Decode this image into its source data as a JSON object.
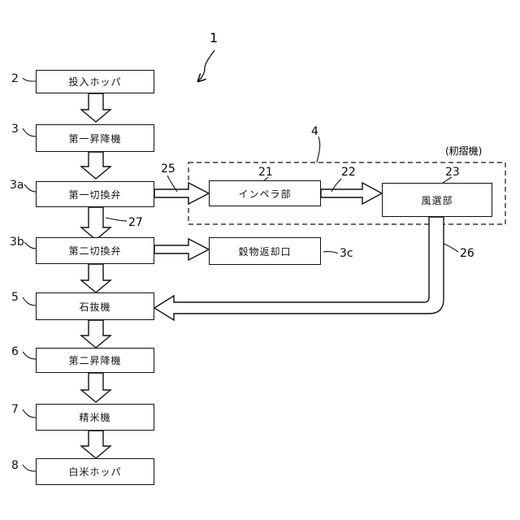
{
  "figure_number": "1",
  "boxes": {
    "hopper_in": {
      "label": "投入ホッパ",
      "ref": "2"
    },
    "elevator1": {
      "label": "第一昇降機",
      "ref": "3"
    },
    "valve1": {
      "label": "第一切換弁",
      "ref": "3a"
    },
    "valve2": {
      "label": "第二切換弁",
      "ref": "3b"
    },
    "stone_remover": {
      "label": "石抜機",
      "ref": "5"
    },
    "elevator2": {
      "label": "第二昇降機",
      "ref": "6"
    },
    "polisher": {
      "label": "精米機",
      "ref": "7"
    },
    "hopper_out": {
      "label": "白米ホッパ",
      "ref": "8"
    },
    "impeller": {
      "label": "インペラ部",
      "ref": "21"
    },
    "winnower": {
      "label": "風選部",
      "ref": "23"
    },
    "grain_return": {
      "label": "穀物返却口",
      "ref": "3c"
    }
  },
  "husker": {
    "label": "(籾摺機)",
    "ref": "4"
  },
  "arrow_refs": {
    "valve1_to_impeller": "25",
    "impeller_to_winnower": "22",
    "valve1_to_valve2": "27",
    "winnower_to_stone_remover": "26"
  }
}
